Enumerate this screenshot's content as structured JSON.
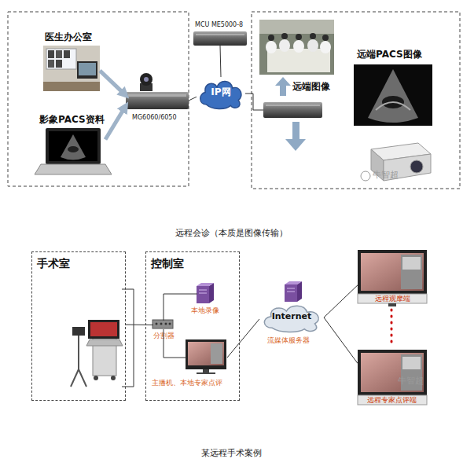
{
  "diagram": {
    "nodes": [
      {
        "text": [
          "医生办公室"
        ]
      },
      {
        "text": [
          "MCU ME5000-8"
        ]
      },
      {
        "text": [
          "影象PACS资料"
        ]
      },
      {
        "text": [
          "MG6060/6050"
        ]
      },
      {
        "text": [
          "IP网"
        ]
      },
      {
        "text": [
          "远端PACS图像"
        ]
      },
      {
        "text": [
          "手术室"
        ]
      },
      {
        "text": [
          "控制室"
        ]
      },
      {
        "text": [
          "本地录像"
        ],
        "in": 7
      },
      {
        "text": [
          "分割器"
        ],
        "in": 7
      },
      {
        "text": [
          "主播机、本地专家点评"
        ],
        "in": 7
      },
      {
        "text": [
          "Internet",
          "流媒体服务器"
        ]
      },
      {
        "text": [
          "远程观摩端"
        ]
      },
      {
        "text": [
          "远程专家点评端"
        ]
      }
    ],
    "edges": [
      {
        "from": 0,
        "to": 3,
        "arrow": "to"
      },
      {
        "from": 2,
        "to": 3,
        "arrow": "to"
      },
      {
        "from": 3,
        "to": 4,
        "arrow": "none"
      },
      {
        "from": 1,
        "to": 4,
        "arrow": "none"
      },
      {
        "from": 6,
        "to": 9,
        "arrow": "none"
      },
      {
        "from": 9,
        "to": 8,
        "arrow": "none"
      },
      {
        "from": 9,
        "to": 10,
        "arrow": "none"
      },
      {
        "from": 10,
        "to": 11,
        "arrow": "none"
      },
      {
        "from": 11,
        "to": 12,
        "arrow": "none"
      },
      {
        "from": 11,
        "to": 13,
        "arrow": "none"
      }
    ],
    "labels": [
      "远端图像",
      "牛智超",
      "远程会诊（本质是图像传输）",
      "牛智超",
      "某远程手术案例"
    ]
  }
}
